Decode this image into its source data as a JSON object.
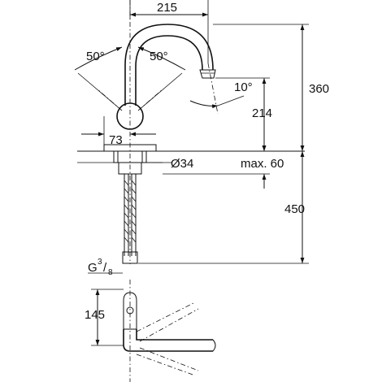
{
  "dimensions": {
    "spout_reach": "215",
    "angle_left": "50°",
    "angle_right": "50°",
    "spout_tilt": "10°",
    "total_height": "360",
    "outlet_height": "214",
    "handle_offset": "73",
    "hole_diameter": "Ø34",
    "max_thickness": "max. 60",
    "hose_length": "450",
    "thread_prefix": "G",
    "thread_numerator": "3",
    "thread_denominator": "8",
    "base_depth": "145"
  },
  "colors": {
    "line": "#111111",
    "background": "#ffffff"
  }
}
